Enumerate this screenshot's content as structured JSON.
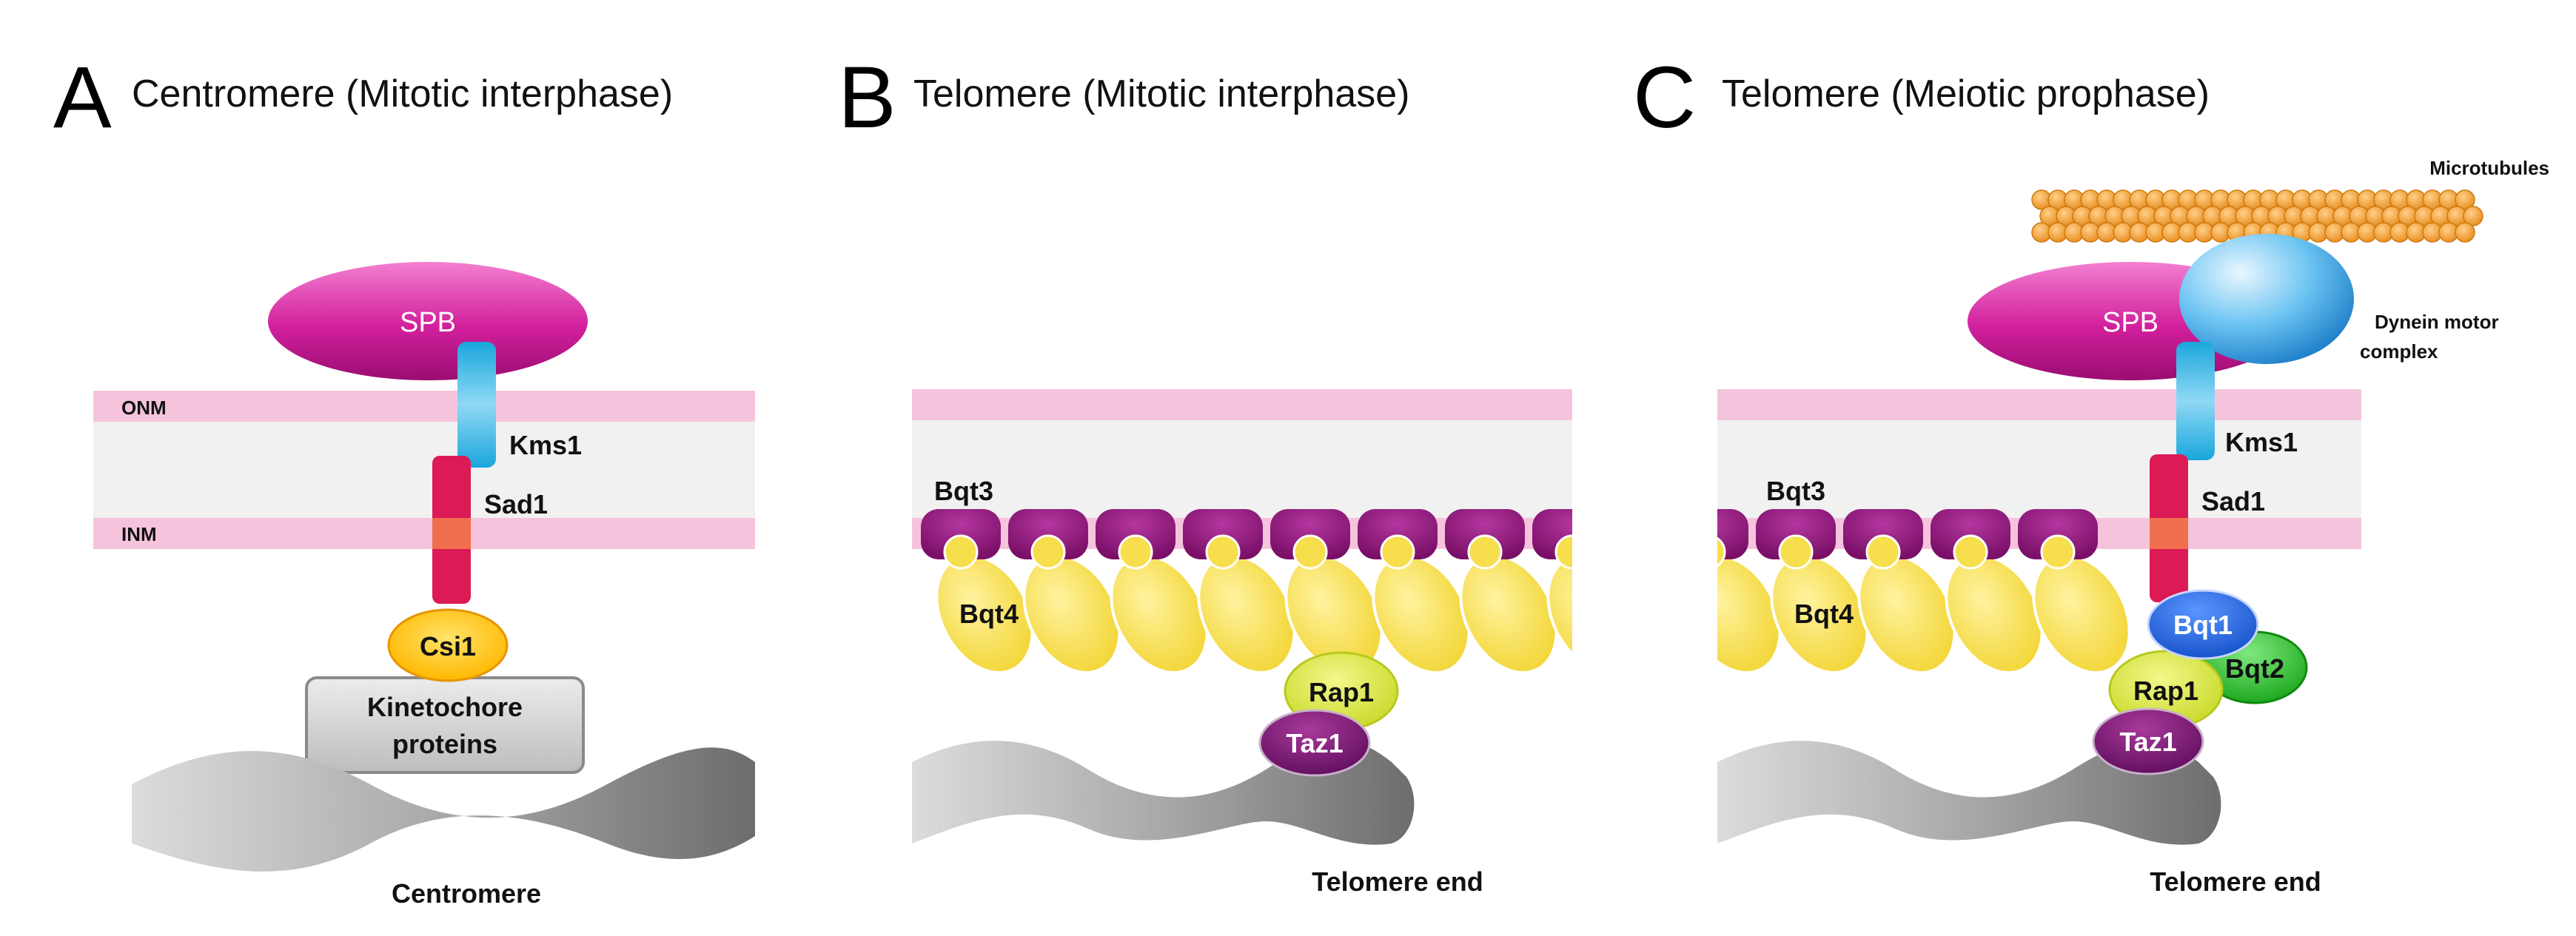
{
  "panels": [
    {
      "letter": "A",
      "title": "Centromere (Mitotic interphase)",
      "labels": {
        "onm": "ONM",
        "inm": "INM",
        "spb": "SPB",
        "kms1": "Kms1",
        "sad1": "Sad1",
        "csi1": "Csi1",
        "kinetochore_line1": "Kinetochore",
        "kinetochore_line2": "proteins",
        "chromatin": "Centromere"
      }
    },
    {
      "letter": "B",
      "title": "Telomere (Mitotic interphase)",
      "labels": {
        "bqt3": "Bqt3",
        "bqt4": "Bqt4",
        "rap1": "Rap1",
        "taz1": "Taz1",
        "chromatin": "Telomere end"
      }
    },
    {
      "letter": "C",
      "title": "Telomere (Meiotic prophase)",
      "labels": {
        "microtubules": "Microtubules",
        "dynein_line1": "Dynein motor",
        "dynein_line2": "complex",
        "spb": "SPB",
        "kms1": "Kms1",
        "sad1": "Sad1",
        "bqt3": "Bqt3",
        "bqt4": "Bqt4",
        "bqt1": "Bqt1",
        "bqt2": "Bqt2",
        "rap1": "Rap1",
        "taz1": "Taz1",
        "chromatin": "Telomere end"
      }
    }
  ],
  "colors": {
    "membrane": "#f5c4dc",
    "perinuclear_space": "#f1f1f1",
    "spb": "#d21f9c",
    "kms1": "#33b5e5",
    "sad1": "#dc1a55",
    "csi1": "#ffc500",
    "bqt3": "#8e1a7c",
    "bqt4": "#f7de4c",
    "rap1": "#dce83f",
    "taz1": "#7b1a7a",
    "bqt1": "#1f64e0",
    "bqt2": "#2bc32b",
    "dynein": "#2190d8",
    "microtubule": "#f3a93a",
    "chromatin": "#9a9a9a"
  }
}
